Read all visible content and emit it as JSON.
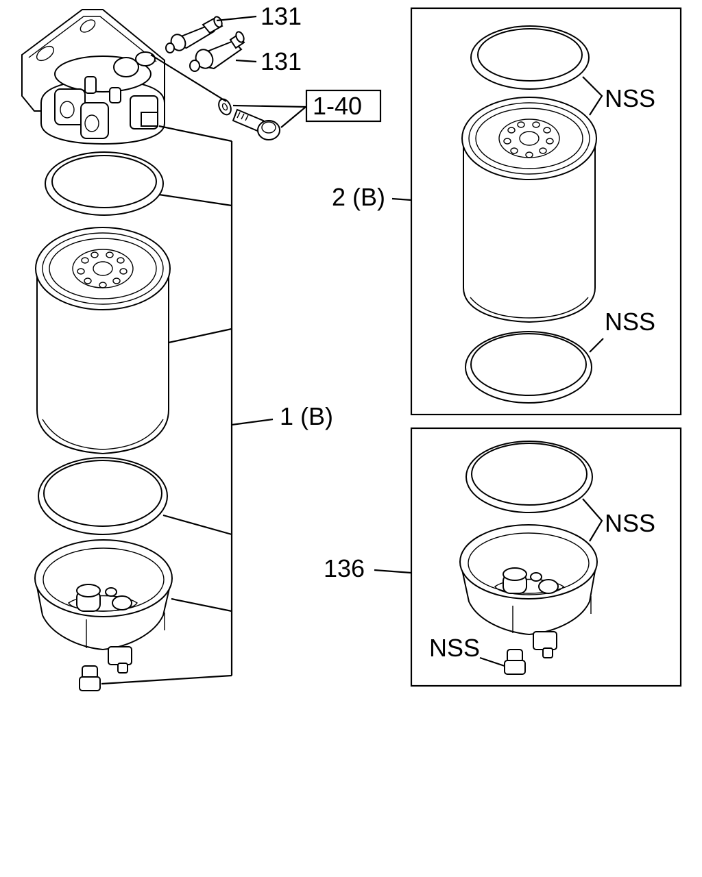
{
  "labels": {
    "fitting_upper": "131",
    "fitting_lower": "131",
    "bolt_ref": "1-40",
    "assembly_main": "1 (B)",
    "element_kit": "2 (B)",
    "element_kit_nss_top": "NSS",
    "element_kit_nss_bottom": "NSS",
    "bowl_kit": "136",
    "bowl_kit_nss_top": "NSS",
    "bowl_kit_nss_plug": "NSS"
  }
}
